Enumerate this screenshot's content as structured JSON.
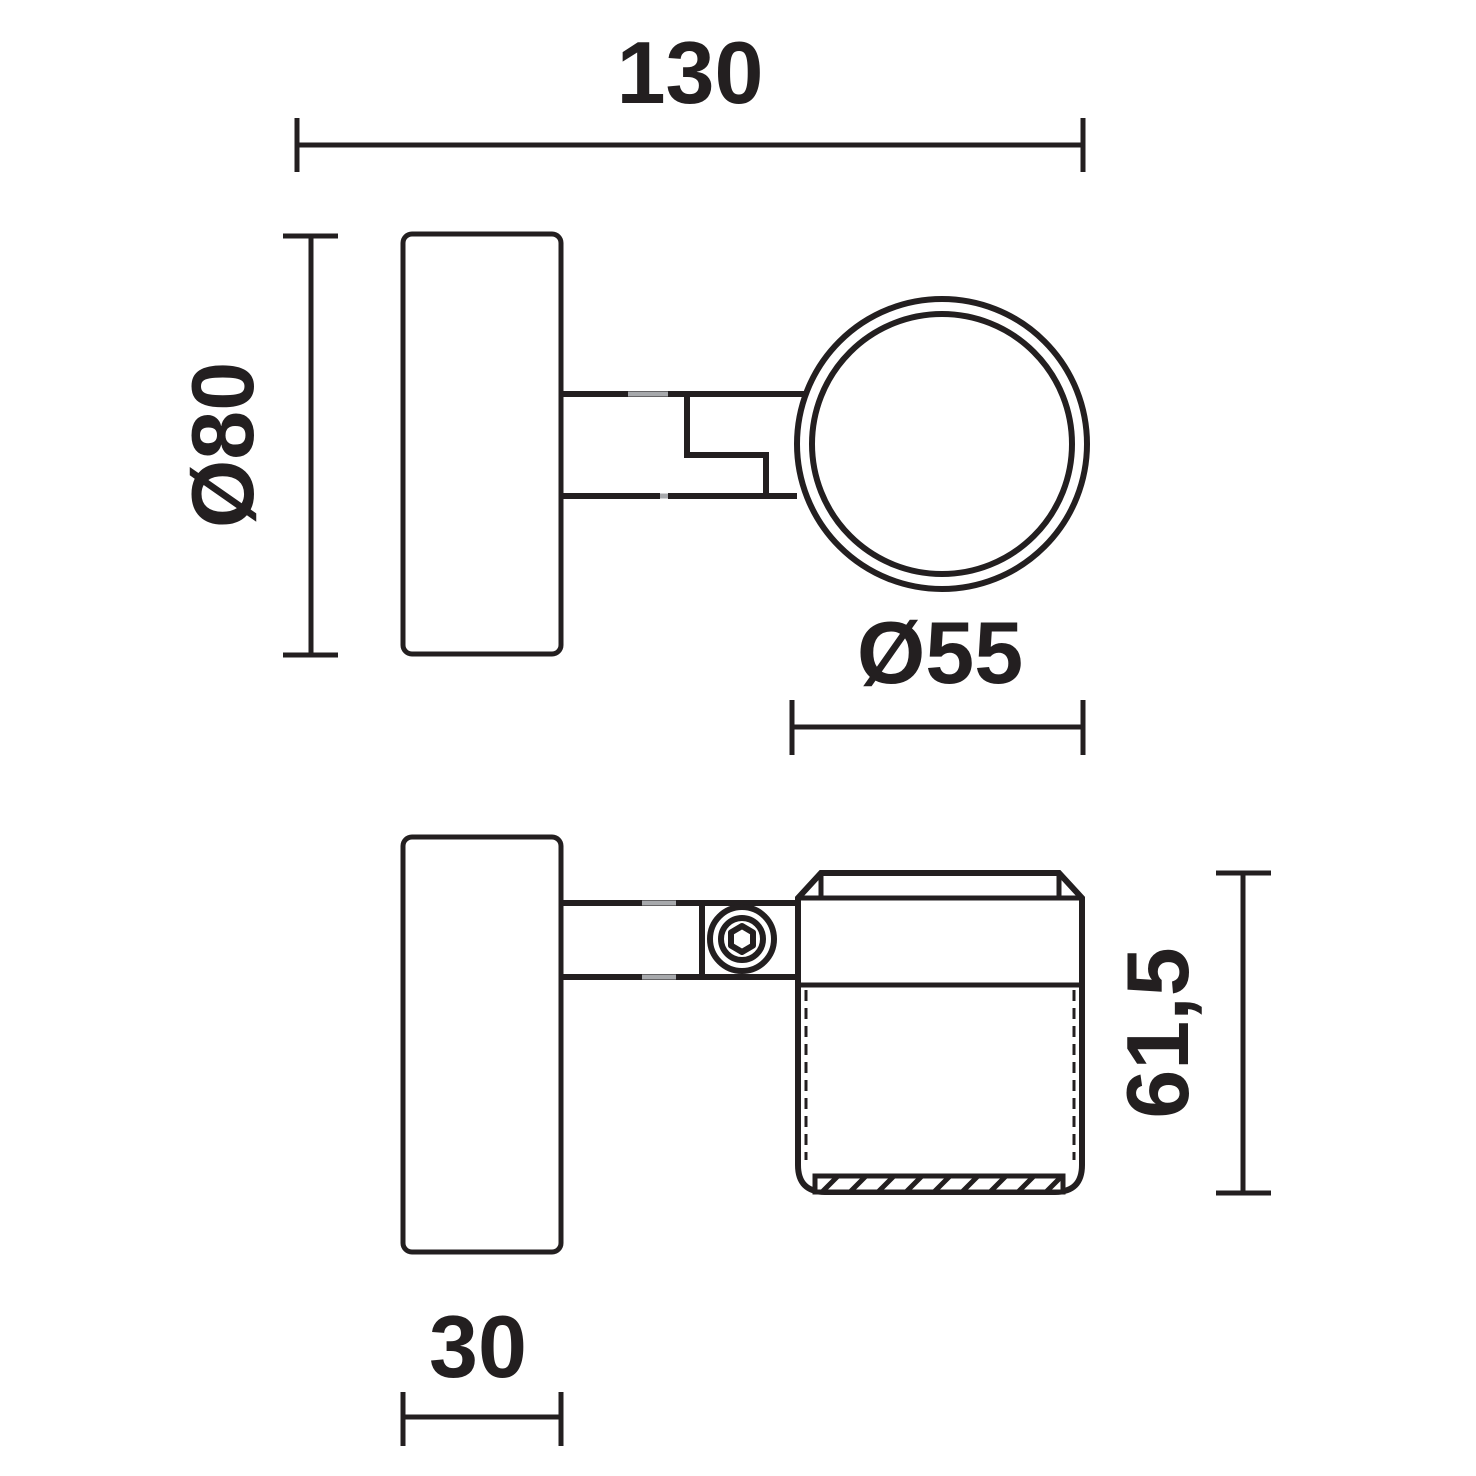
{
  "drawing": {
    "title": "Wall spot luminaire dimension drawing",
    "line_color": "#231f20",
    "accent_gray": "#a7a9ac",
    "background": "#ffffff",
    "units_note": ""
  },
  "dimensions": {
    "width_overall": "130",
    "plate_diameter": "Ø80",
    "head_diameter": "Ø55",
    "head_height": "61,5",
    "plate_depth": "30"
  },
  "views": {
    "top": {
      "name": "top-view",
      "parts": [
        "wall-plate",
        "swivel-arm",
        "lamp-head-circle"
      ]
    },
    "side": {
      "name": "side-view",
      "parts": [
        "wall-plate",
        "swivel-arm",
        "hinge-screw",
        "lamp-head-body",
        "lens-hatch"
      ]
    }
  }
}
